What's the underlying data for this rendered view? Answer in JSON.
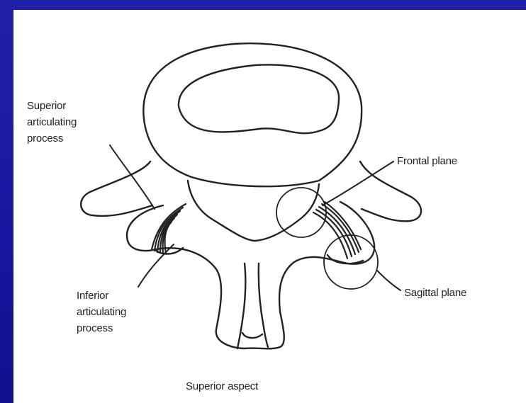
{
  "colors": {
    "slide_background": "#1a1a9e",
    "card_background": "#ffffff",
    "line": "#222222"
  },
  "labels": {
    "superior_articulating_process": [
      "Superior",
      "articulating",
      "process"
    ],
    "inferior_articulating_process": [
      "Inferior",
      "articulating",
      "process"
    ],
    "frontal_plane": "Frontal plane",
    "sagittal_plane": "Sagittal plane",
    "caption": "Superior aspect"
  }
}
